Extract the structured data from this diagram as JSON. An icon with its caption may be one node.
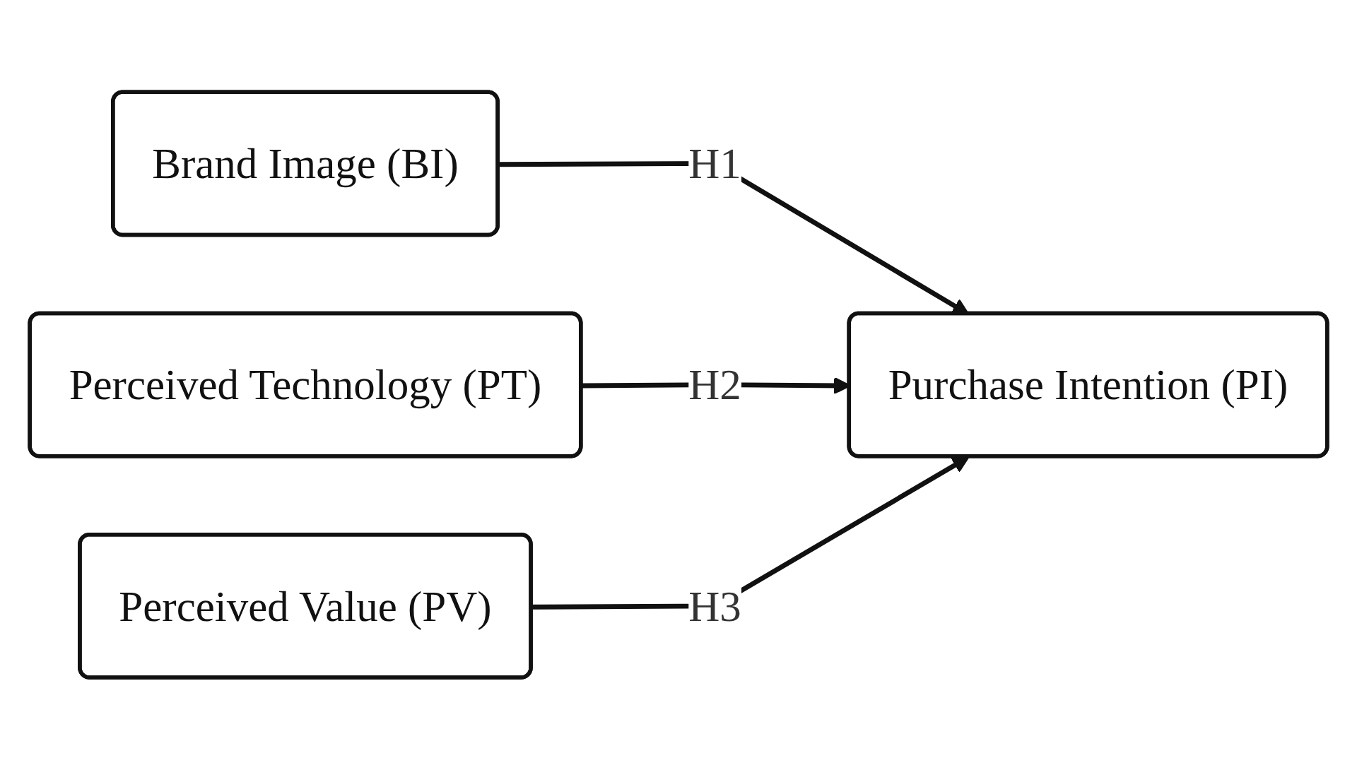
{
  "diagram": {
    "nodes": [
      {
        "text": [
          "Brand Image (BI)"
        ]
      },
      {
        "text": [
          "Perceived Technology (PT)"
        ]
      },
      {
        "text": [
          "Perceived Value (PV)"
        ]
      },
      {
        "text": [
          "Purchase Intention (PI)"
        ]
      }
    ],
    "edges": [
      {
        "from": 0,
        "to": 3,
        "arrow": "to",
        "label": "H1"
      },
      {
        "from": 1,
        "to": 3,
        "arrow": "to",
        "label": "H2"
      },
      {
        "from": 2,
        "to": 3,
        "arrow": "to",
        "label": "H3"
      }
    ]
  }
}
